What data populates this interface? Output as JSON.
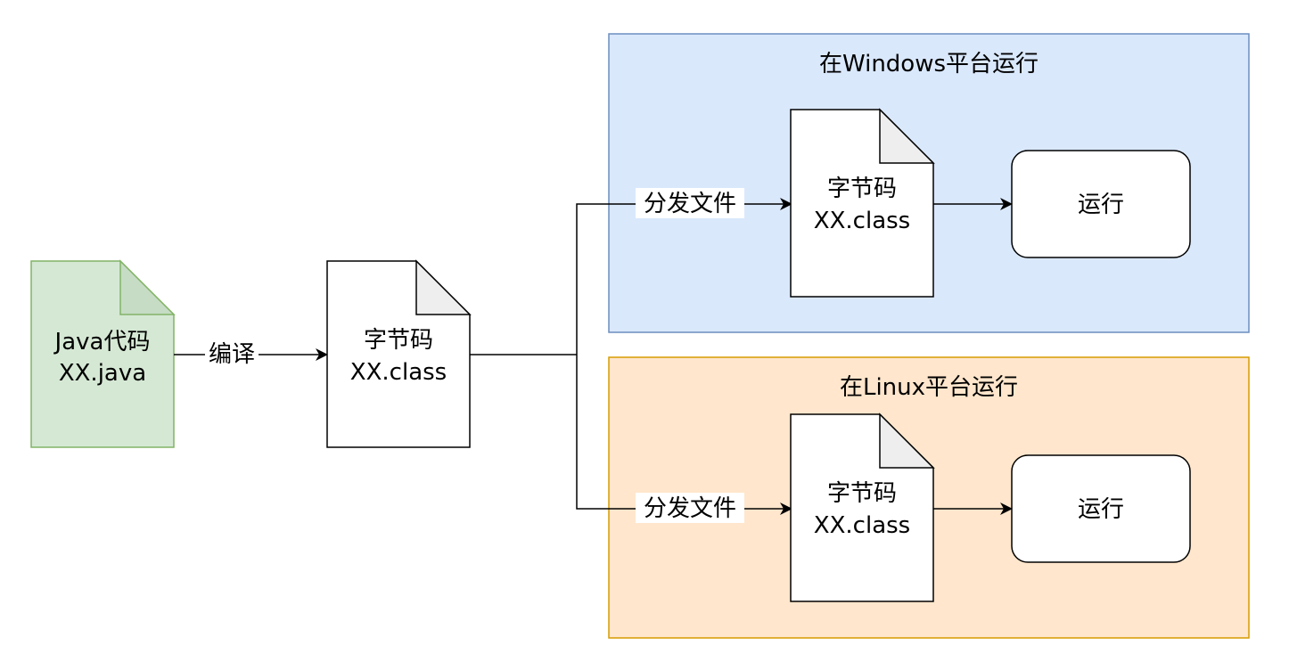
{
  "source": {
    "line1": "Java代码",
    "line2": "XX.java"
  },
  "compile_label": "编译",
  "bytecode": {
    "line1": "字节码",
    "line2": "XX.class"
  },
  "windows": {
    "title": "在Windows平台运行",
    "distribute_label": "分发文件",
    "bytecode_line1": "字节码",
    "bytecode_line2": "XX.class",
    "run_label": "运行"
  },
  "linux": {
    "title": "在Linux平台运行",
    "distribute_label": "分发文件",
    "bytecode_line1": "字节码",
    "bytecode_line2": "XX.class",
    "run_label": "运行"
  },
  "colors": {
    "source_fill": "#d5e8d4",
    "source_stroke": "#82b366",
    "source_fold": "#c6dcc4",
    "windows_fill": "#dae8fc",
    "windows_stroke": "#6c8ebf",
    "linux_fill": "#ffe6cc",
    "linux_stroke": "#d79b00",
    "doc_fold": "#eeeeee"
  }
}
